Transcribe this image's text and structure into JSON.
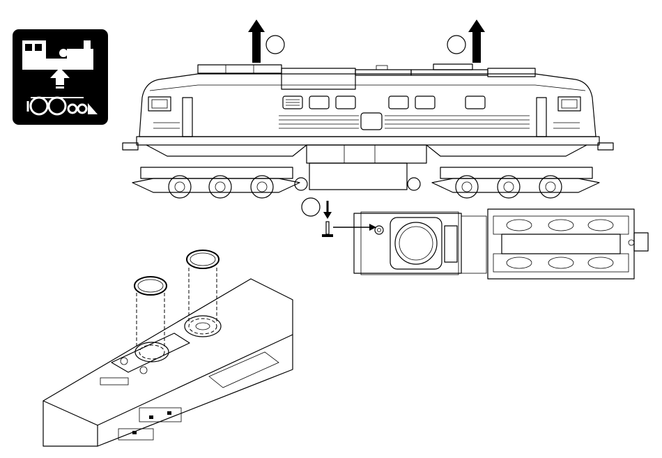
{
  "icon": {
    "name": "steam-locomotive-lift-icon",
    "background": "#000000",
    "foreground": "#ffffff"
  },
  "steps": [
    {
      "id": "remove-shell-front",
      "label": ""
    },
    {
      "id": "remove-shell-rear",
      "label": ""
    },
    {
      "id": "remove-screw",
      "label": ""
    }
  ],
  "parts": {
    "locomotive": "diesel-locomotive-side-view",
    "chassis": "chassis-top-view",
    "rings": "o-ring-pair"
  }
}
